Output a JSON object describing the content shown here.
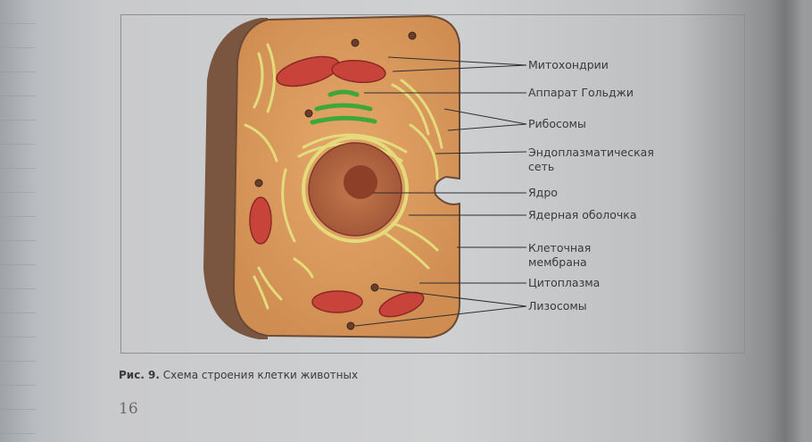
{
  "figure": {
    "labels": [
      {
        "id": "mitochondria",
        "text": "Митохондрии"
      },
      {
        "id": "golgi",
        "text": "Аппарат Гольджи"
      },
      {
        "id": "ribosomes",
        "text": "Рибосомы"
      },
      {
        "id": "er",
        "text": "Эндоплазматическая сеть"
      },
      {
        "id": "nucleus",
        "text": "Ядро"
      },
      {
        "id": "nuclear-envelope",
        "text": "Ядерная оболочка"
      },
      {
        "id": "cell-membrane",
        "text": "Клеточная мембрана"
      },
      {
        "id": "cytoplasm",
        "text": "Цитоплазма"
      },
      {
        "id": "lysosomes",
        "text": "Лизосомы"
      }
    ],
    "caption_prefix": "Рис. 9.",
    "caption_text": "Схема строения клетки животных"
  },
  "page_number": "16",
  "colors": {
    "cytoplasm": "#d99b5c",
    "wall": "#7a5640",
    "mitochondria": "#c8443a",
    "golgi": "#3fa63a",
    "er": "#e4dc7c",
    "nucleus": "#a8553a"
  }
}
